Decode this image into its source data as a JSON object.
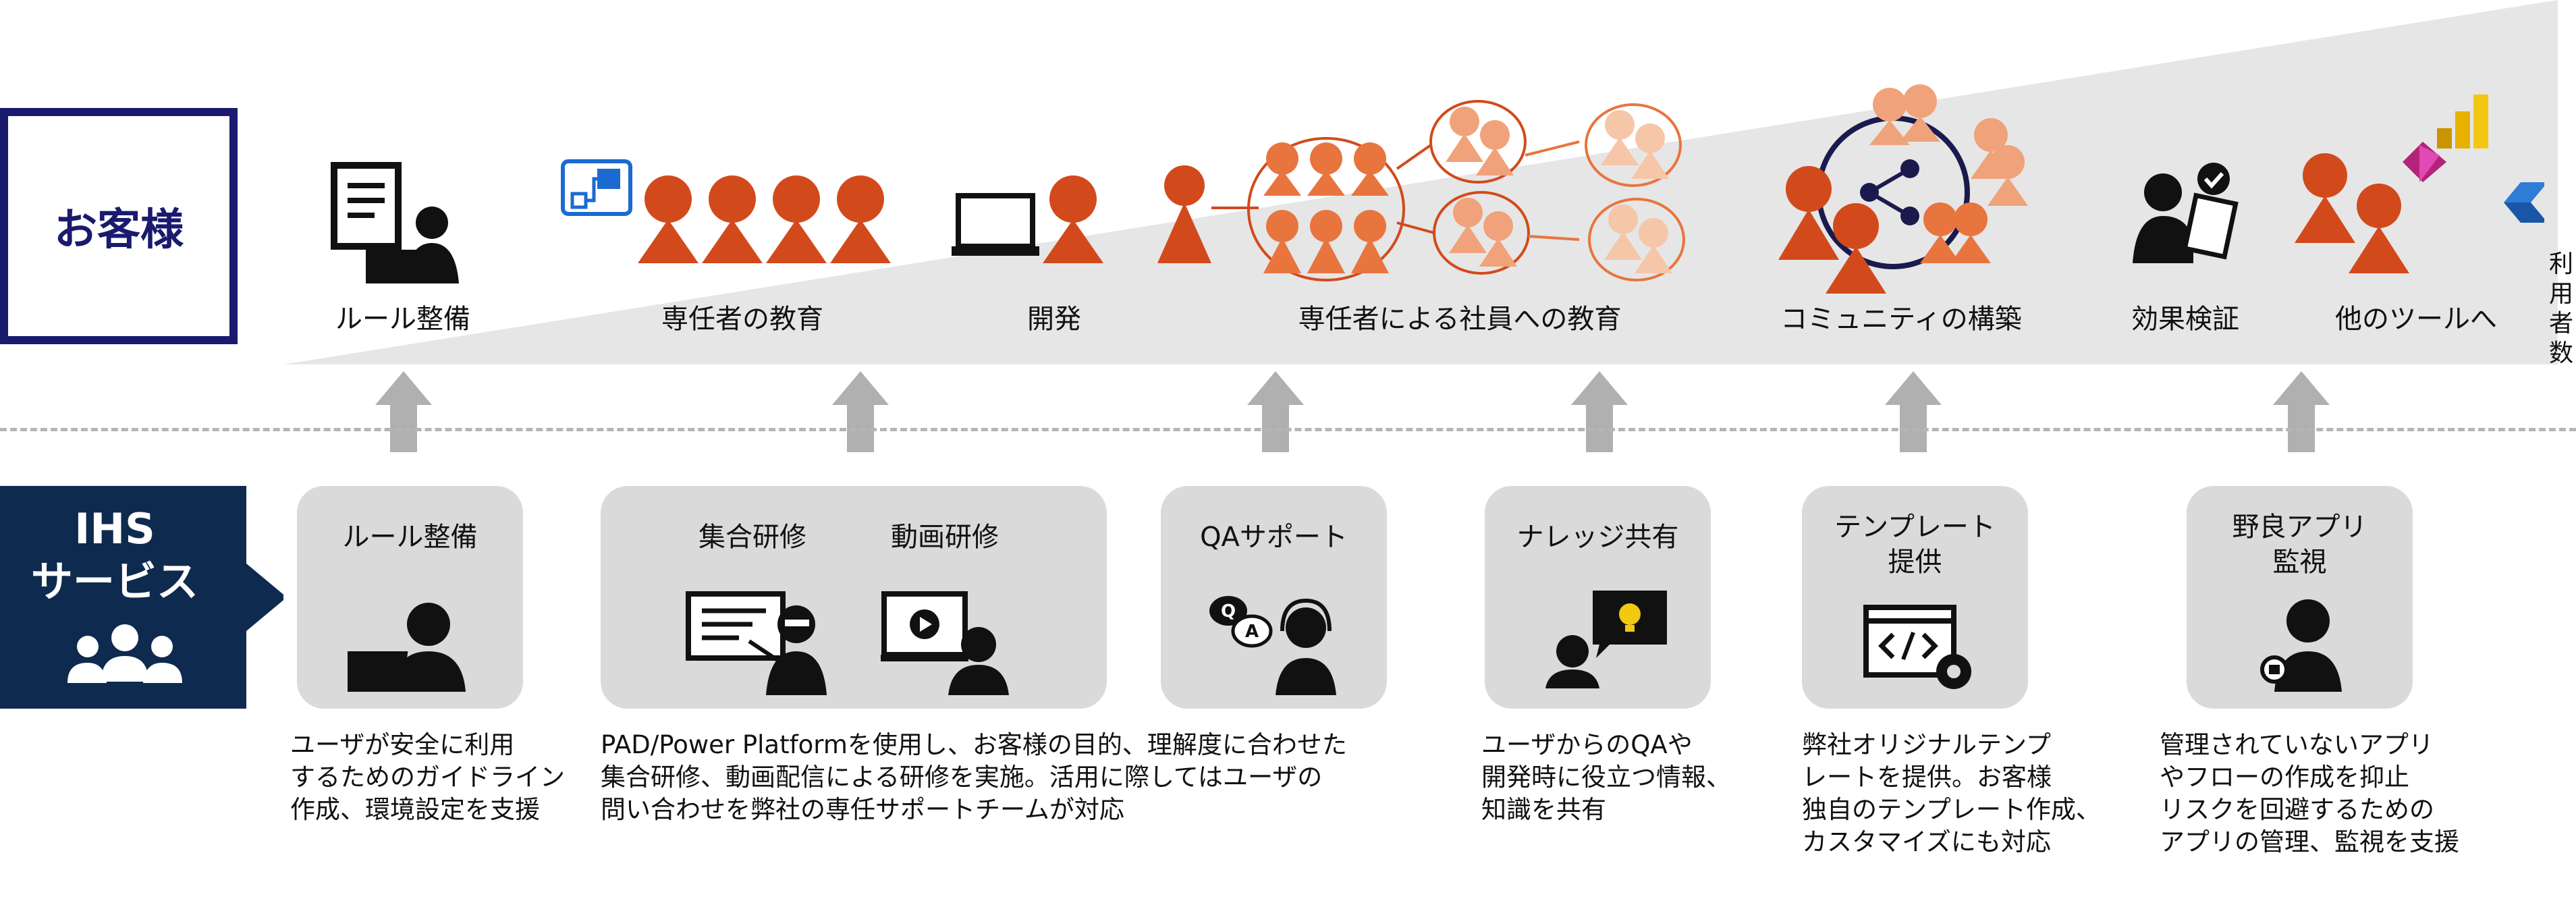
{
  "customer": {
    "label": "お客様"
  },
  "stages": [
    {
      "label": "ルール整備"
    },
    {
      "label": "専任者の教育"
    },
    {
      "label": "開発"
    },
    {
      "label": "専任者による社員への教育"
    },
    {
      "label": "コミュニティの構築"
    },
    {
      "label": "効果検証"
    },
    {
      "label": "他のツールへ"
    }
  ],
  "axis_label": "利用者数",
  "ihs": {
    "line1": "IHS",
    "line2": "サービス"
  },
  "services": [
    {
      "title": "ルール整備",
      "desc": "ユーザが安全に利用\nするためのガイドライン\n作成、環境設定を支援"
    },
    {
      "title_a": "集合研修",
      "title_b": "動画研修",
      "desc": "PAD/Power Platformを使用し、お客様の目的、理解度に合わせた\n集合研修、動画配信による研修を実施。活用に際してはユーザの\n問い合わせを弊社の専任サポートチームが対応"
    },
    {
      "title": "QAサポート"
    },
    {
      "title": "ナレッジ共有",
      "desc": "ユーザからのQAや\n開発時に役立つ情報、\n知識を共有"
    },
    {
      "title": "テンプレート\n提供",
      "desc": "弊社オリジナルテンプ\nレートを提供。お客様\n独自のテンプレート作成、\nカスタマイズにも対応"
    },
    {
      "title": "野良アプリ\n監視",
      "desc": "管理されていないアプリ\nやフローの作成を抑止\nリスクを回避するための\nアプリの管理、監視を支援"
    }
  ],
  "colors": {
    "navy": "#1a1a6e",
    "dark_navy": "#0f2a4f",
    "orange": "#d24a1c",
    "light_orange": "#f0a27a",
    "card_gray": "#dadada",
    "wedge_gray": "#e6e6e6"
  }
}
